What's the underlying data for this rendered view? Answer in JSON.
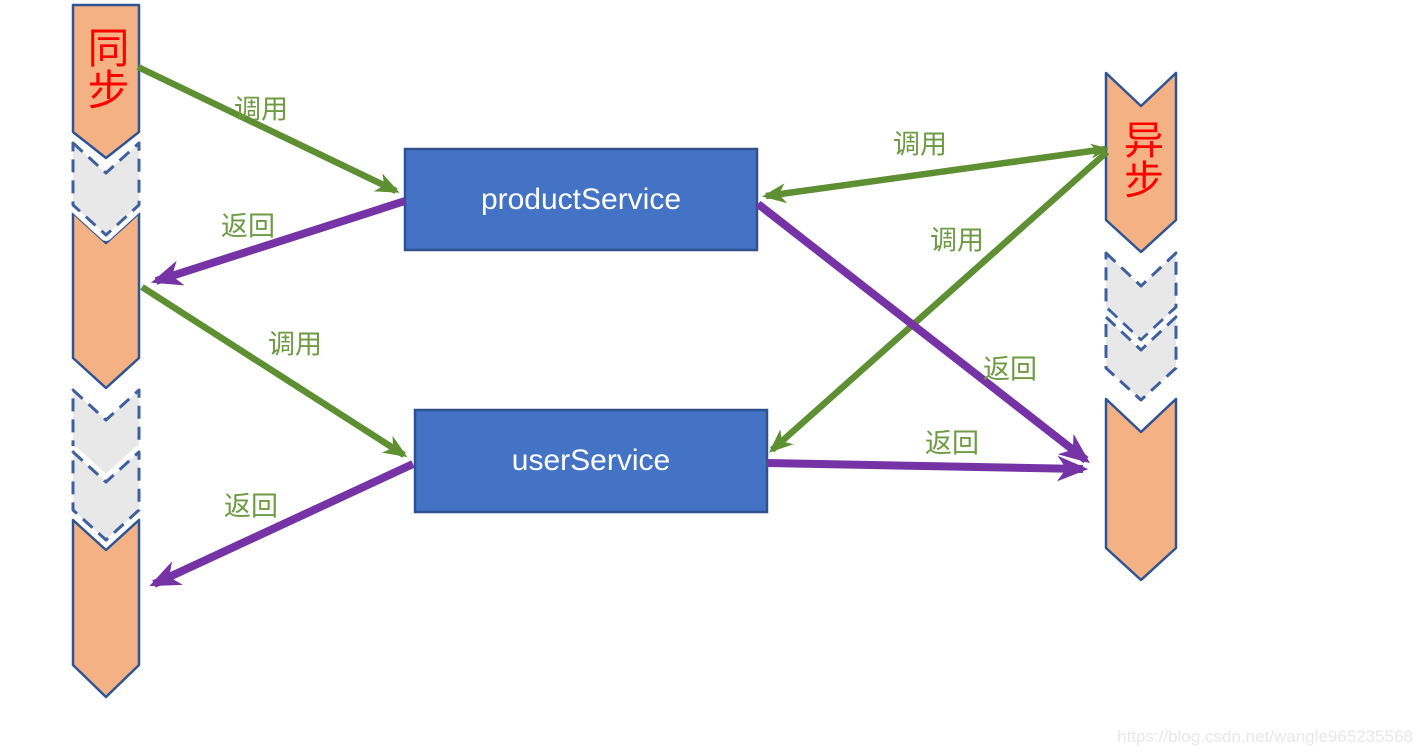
{
  "diagram": {
    "actors": {
      "sync": {
        "label": "同步"
      },
      "async": {
        "label": "异步"
      }
    },
    "services": [
      {
        "id": "productService",
        "label": "productService"
      },
      {
        "id": "userService",
        "label": "userService"
      }
    ],
    "arrows": [
      {
        "from": "sync",
        "to": "productService",
        "kind": "call",
        "label": "调用"
      },
      {
        "from": "productService",
        "to": "sync",
        "kind": "return",
        "label": "返回"
      },
      {
        "from": "sync",
        "to": "userService",
        "kind": "call",
        "label": "调用"
      },
      {
        "from": "userService",
        "to": "sync",
        "kind": "return",
        "label": "返回"
      },
      {
        "from": "async",
        "to": "productService",
        "kind": "call",
        "label": "调用"
      },
      {
        "from": "async",
        "to": "userService",
        "kind": "call",
        "label": "调用"
      },
      {
        "from": "productService",
        "to": "async",
        "kind": "return",
        "label": "返回"
      },
      {
        "from": "userService",
        "to": "async",
        "kind": "return",
        "label": "返回"
      }
    ],
    "colors": {
      "call_arrow": "#5e8f33",
      "return_arrow": "#7533a6",
      "arrow_label_text": "#6d9a43",
      "service_fill": "#4472c4",
      "service_border": "#2f528f",
      "service_text": "#ffffff",
      "actor_lane_fill": "#f4b183",
      "actor_lane_border": "#2f5496",
      "actor_text": "#ff0000",
      "skip_chevron_fill": "#e9e8e8",
      "skip_chevron_border": "#3f5f9e",
      "watermark_text": "#e8e8e8"
    },
    "watermark": "https://blog.csdn.net/wangle965235568"
  }
}
